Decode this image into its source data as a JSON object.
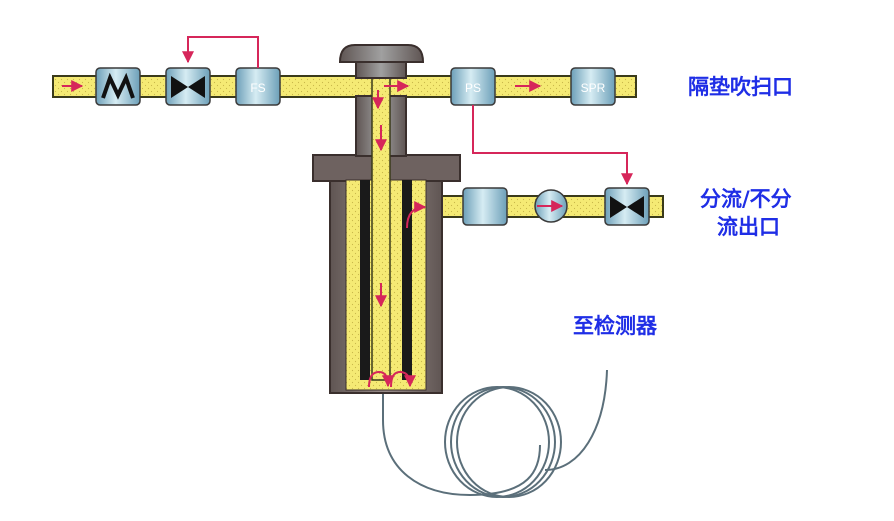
{
  "labels": {
    "septum_purge": "隔垫吹扫口",
    "split_line1": "分流/不分",
    "split_line2": "流出口",
    "to_detector": "至检测器"
  },
  "components": {
    "fs": "FS",
    "ps": "PS",
    "spr": "SPR"
  },
  "colors": {
    "pipe_fill": "#f5ea74",
    "pipe_stroke": "#3a3a1a",
    "body_gray": "#8c7f7c",
    "body_dark": "#5f5553",
    "box_blue": "#8fbcd0",
    "arrow_red": "#d6265a",
    "label_blue": "#1f2ee6"
  }
}
